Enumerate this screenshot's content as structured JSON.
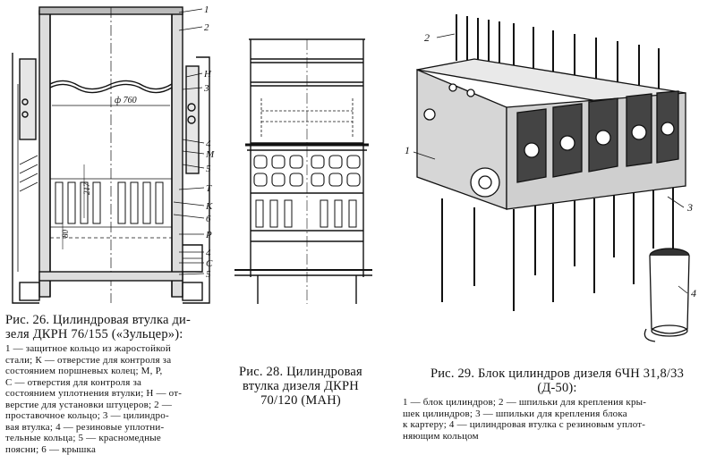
{
  "figures": {
    "fig26": {
      "labels": [
        "1",
        "2",
        "Н",
        "3",
        "4",
        "М",
        "5",
        "Т",
        "К",
        "6",
        "Р",
        "4",
        "С",
        "5"
      ],
      "dims": {
        "diameter": "ф 760",
        "d1": "217",
        "d2": "80"
      },
      "caption": {
        "title_line1": "Рис. 26. Цилиндровая втулка ди-",
        "title_line2": "зеля ДКРН 76/155 («Зульцер»):",
        "legend_lines": [
          "1 — защитное кольцо из жаростойкой",
          "стали; К — отверстие для контроля за",
          "состоянием поршневых колец; М, Р,",
          "С — отверстия для контроля за",
          "состоянием уплотнения втулки; Н — от-",
          "верстие для установки штуцеров; 2 —",
          "проставочное кольцо; 3 — цилиндро-",
          "вая втулка; 4 — резиновые уплотни-",
          "тельные кольца; 5 — красномедные",
          "поясни; 6 — крышка"
        ]
      }
    },
    "fig28": {
      "caption": {
        "line1": "Рис. 28. Цилиндровая",
        "line2": "втулка дизеля ДКРН",
        "line3": "70/120 (МАН)"
      }
    },
    "fig29": {
      "labels": [
        "2",
        "1",
        "3",
        "4"
      ],
      "caption": {
        "title_line1": "Рис. 29. Блок цилиндров дизеля 6ЧН 31,8/33",
        "title_line2": "(Д-50):",
        "legend_lines": [
          "1 — блок цилиндров; 2 — шпильки для крепления кры-",
          "шек цилиндров; 3 — шпильки для крепления блока",
          "к картеру; 4 — цилиндровая втулка с резиновым уплот-",
          "няющим кольцом"
        ]
      }
    }
  }
}
